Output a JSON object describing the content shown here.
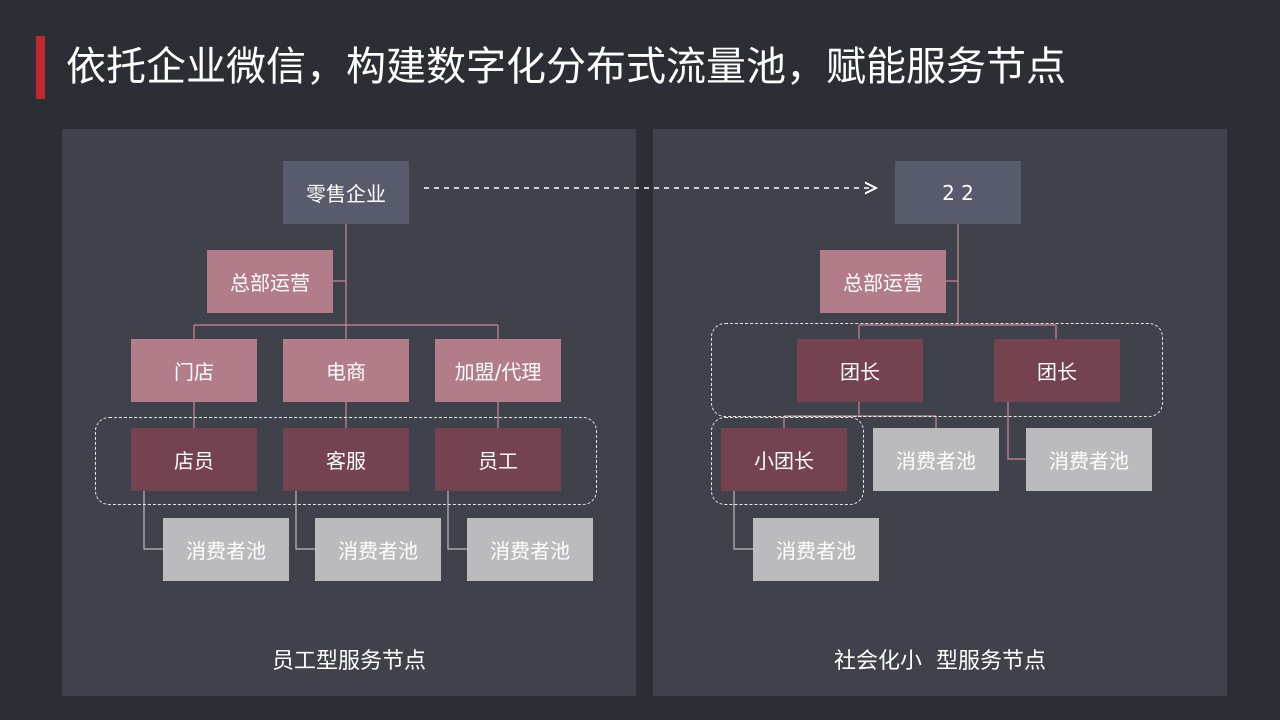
{
  "title": "依托企业微信，构建数字化分布式流量池，赋能服务节点",
  "left": {
    "top": "零售企业",
    "ops": "总部运营",
    "channels": [
      "门店",
      "电商",
      "加盟/代理"
    ],
    "staff": [
      "店员",
      "客服",
      "员工"
    ],
    "pool": "消费者池",
    "caption": "员工型服务节点"
  },
  "right": {
    "top": "2 2",
    "ops": "总部运营",
    "leaders": [
      "团长",
      "团长"
    ],
    "subleader": "小团长",
    "pool": "消费者池",
    "caption": "社会化小  型服务节点"
  },
  "colors": {
    "background": "#2b2e35",
    "panel": "#3f424a",
    "accent": "#c0282f",
    "slate": "#575b6b",
    "pink": "#b27d88",
    "maroon": "#74434f",
    "gray": "#bbbbbd"
  }
}
